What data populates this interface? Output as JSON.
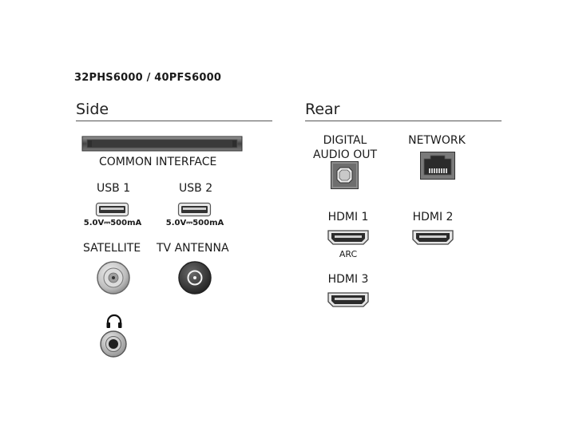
{
  "model": "32PHS6000 / 40PFS6000",
  "side": {
    "title": "Side",
    "common_interface": "COMMON INTERFACE",
    "usb1": {
      "label": "USB 1",
      "spec": "5.0V⎓500mA"
    },
    "usb2": {
      "label": "USB 2",
      "spec": "5.0V⎓500mA"
    },
    "satellite": "SATELLITE",
    "tv_antenna": "TV ANTENNA",
    "headphone_icon": "headphones-icon"
  },
  "rear": {
    "title": "Rear",
    "digital_audio_line1": "DIGITAL",
    "digital_audio_line2": "AUDIO OUT",
    "network": "NETWORK",
    "hdmi1": "HDMI 1",
    "hdmi1_sub": "ARC",
    "hdmi2": "HDMI 2",
    "hdmi3": "HDMI 3"
  }
}
